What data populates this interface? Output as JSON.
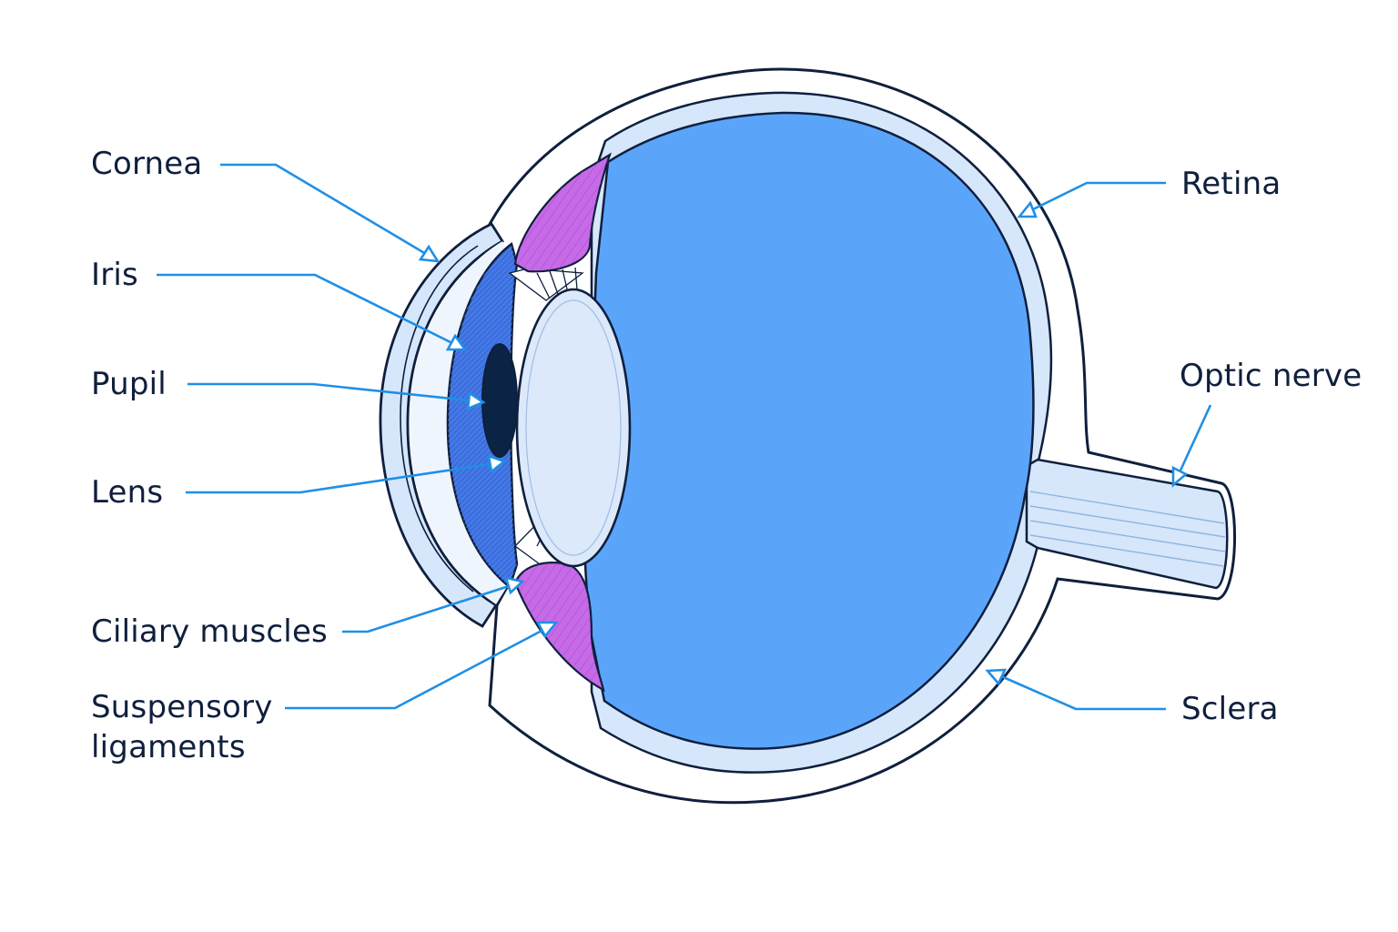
{
  "labels": {
    "cornea": "Cornea",
    "iris": "Iris",
    "pupil": "Pupil",
    "lens": "Lens",
    "ciliary_muscles": "Ciliary muscles",
    "suspensory_line1": "Suspensory",
    "suspensory_line2": "ligaments",
    "retina": "Retina",
    "optic_nerve": "Optic nerve",
    "sclera": "Sclera"
  },
  "colors": {
    "outline": "#0f1f3d",
    "leader": "#1f8fe6",
    "vitreous": "#5aa5fa",
    "retina_band": "#d6e7fb",
    "iris": "#3b6fe0",
    "pupil": "#0b2345",
    "lens": "#dbe9fb",
    "ciliary": "#c76ae8"
  }
}
